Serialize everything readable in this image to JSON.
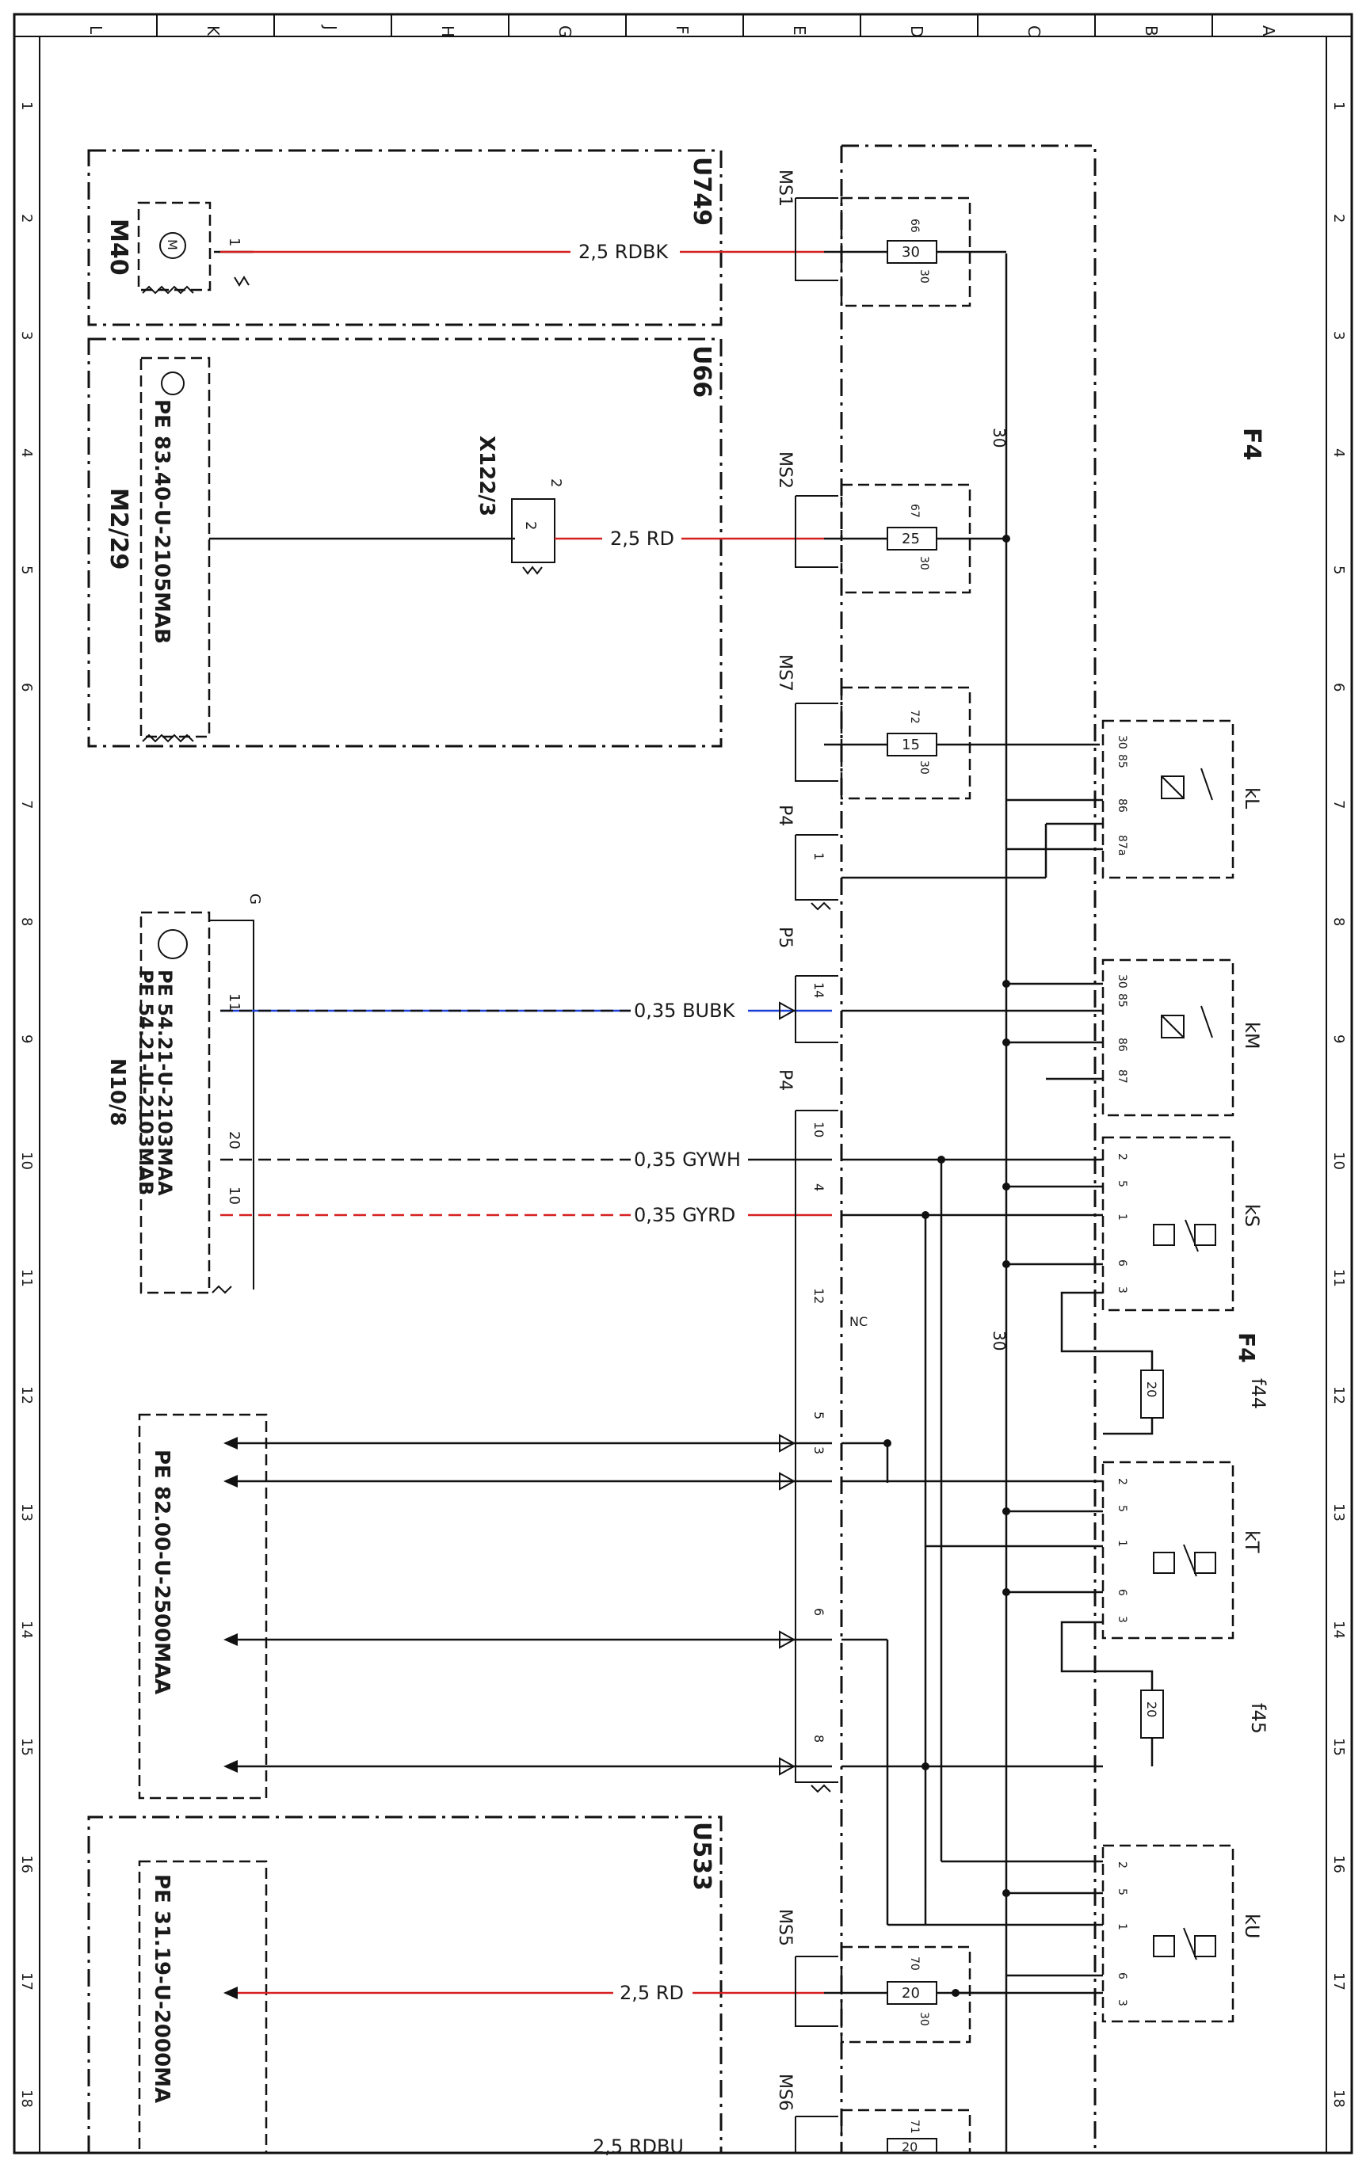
{
  "grid": {
    "top": [
      "L",
      "K",
      "J",
      "H",
      "G",
      "F",
      "E",
      "D",
      "C",
      "B",
      "A"
    ],
    "side": [
      "1",
      "2",
      "3",
      "4",
      "5",
      "6",
      "7",
      "8",
      "9",
      "10",
      "11",
      "12",
      "13",
      "14",
      "15",
      "16",
      "17",
      "18"
    ]
  },
  "module_main": {
    "label": "F4"
  },
  "modules": [
    {
      "id": "U749",
      "label": "U749",
      "component": "M40"
    },
    {
      "id": "U66",
      "label": "U66",
      "component": "M2/29",
      "connector": "X122/3",
      "pin_a": "2",
      "pin_b": "2",
      "ref": "PE 83.40-U-2105MAB"
    },
    {
      "id": "U533",
      "label": "U533",
      "ref": "PE 31.19-U-2000MA"
    }
  ],
  "n10": {
    "label": "N10/8",
    "ref1": "PE 54.21-U-2103MAA",
    "ref2": "PE 54.21-U-2103MAB",
    "pin_g": "G",
    "pin_11": "11",
    "pin_20": "20",
    "pin_10": "10"
  },
  "pe_bus": {
    "ref": "PE 82.00-U-2500MAA"
  },
  "fuses": [
    {
      "ms": "MS1",
      "num": "30",
      "top": "66",
      "bottom": "30"
    },
    {
      "ms": "MS2",
      "num": "25",
      "top": "67",
      "bottom": "30"
    },
    {
      "ms": "MS7",
      "num": "15",
      "top": "72",
      "bottom": "30"
    },
    {
      "ms": "MS5",
      "num": "20",
      "top": "70",
      "bottom": "30"
    },
    {
      "ms": "MS6",
      "num": "20",
      "top": "71",
      "bottom": ""
    }
  ],
  "wires": [
    {
      "label": "2,5 RDBK",
      "color": "#d62020"
    },
    {
      "label": "2,5 RD",
      "color": "#d62020"
    },
    {
      "label": "0,35 BUBK",
      "color": "#1a3fd6"
    },
    {
      "label": "0,35 GYWH",
      "color": "#111111"
    },
    {
      "label": "0,35 GYRD",
      "color": "#d62020"
    },
    {
      "label": "2,5 RD",
      "color": "#d62020"
    },
    {
      "label": "2,5 RDBU",
      "color": "#d62020"
    }
  ],
  "plugs": {
    "p4a": {
      "label": "P4",
      "pin": "1"
    },
    "p5": {
      "label": "P5",
      "pin": "14"
    },
    "p4b": {
      "label": "P4",
      "pins": [
        "10",
        "4",
        "12",
        "5",
        "3",
        "6",
        "8"
      ],
      "nc": "NC"
    }
  },
  "relays": [
    {
      "label": "kL",
      "pins": [
        "30",
        "85",
        "86",
        "87a"
      ]
    },
    {
      "label": "kM",
      "pins": [
        "30",
        "85",
        "86",
        "87"
      ]
    },
    {
      "label": "kS",
      "pins": [
        "2",
        "5",
        "1",
        "6",
        "3"
      ]
    },
    {
      "label": "kT",
      "pins": [
        "2",
        "5",
        "1",
        "6",
        "3"
      ]
    },
    {
      "label": "kU",
      "pins": [
        "2",
        "5",
        "1",
        "6",
        "3"
      ]
    }
  ],
  "f44": {
    "label": "f44",
    "value": "20",
    "module": "F4"
  },
  "f45": {
    "label": "f45",
    "value": "20"
  },
  "bus_labels": [
    "30",
    "30"
  ]
}
